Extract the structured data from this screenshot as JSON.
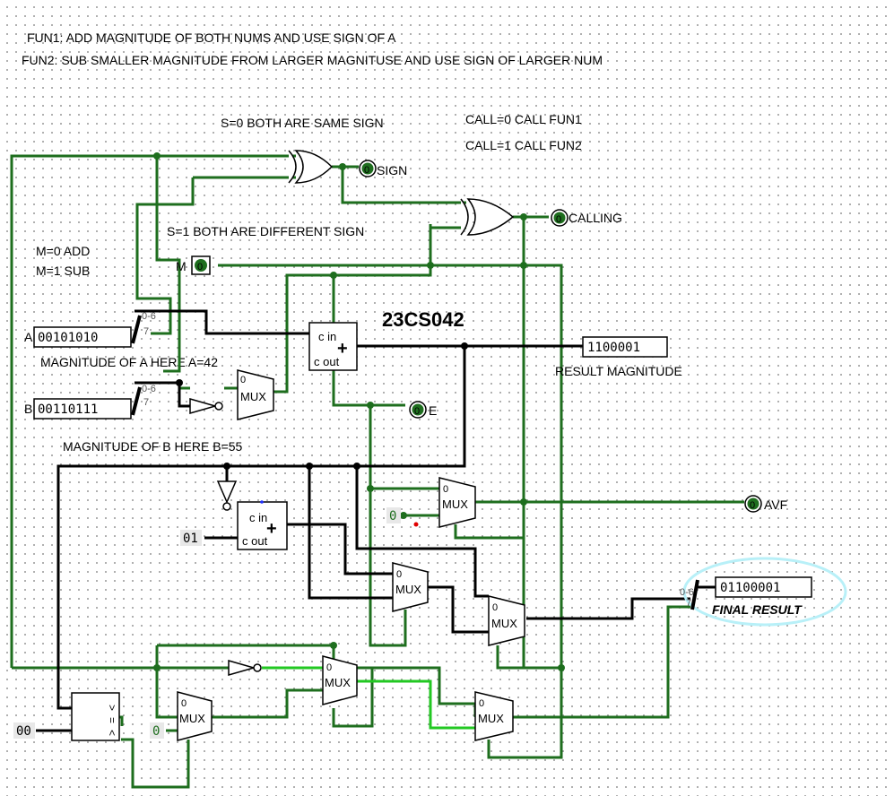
{
  "notes": {
    "fun1": "FUN1: ADD MAGNITUDE OF BOTH NUMS AND USE SIGN OF A",
    "fun2": "FUN2: SUB SMALLER MAGNITUDE FROM LARGER MAGNITUSE AND USE SIGN OF LARGER NUM",
    "s0": "S=0 BOTH ARE SAME SIGN",
    "s1": "S=1 BOTH ARE DIFFERENT SIGN",
    "call0": "CALL=0 CALL FUN1",
    "call1": "CALL=1 CALL FUN2",
    "m0": "M=0 ADD",
    "m1": "M=1 SUB",
    "id": "23CS042",
    "magA": "MAGNITUDE OF A HERE A=42",
    "magB": "MAGNITUDE OF B HERE B=55"
  },
  "inputs": {
    "A": {
      "label": "A",
      "value": "00101010"
    },
    "B": {
      "label": "B",
      "value": "00110111"
    },
    "M": {
      "label": "M",
      "value": "0"
    },
    "const01": "01",
    "const00": "00",
    "const0a": "0",
    "const0b": "0"
  },
  "outputs": {
    "sign": {
      "label": "SIGN",
      "value": "0"
    },
    "calling": {
      "label": "CALLING",
      "value": "0"
    },
    "e": {
      "label": "E",
      "value": "0"
    },
    "avf": {
      "label": "AVF",
      "value": "0"
    },
    "result": {
      "label": "RESULT MAGNITUDE",
      "value": "1100001"
    },
    "final": {
      "label": "FINAL RESULT",
      "value": "01100001"
    }
  },
  "components": {
    "mux": "MUX",
    "cin": "c in",
    "cout": "c out",
    "plus": "+",
    "splitA": "0-6",
    "splitB": "0-6",
    "splitF": "0-6",
    "seven": "7",
    "zero": "0",
    "cmp_gt": ">",
    "cmp_eq": "=",
    "cmp_lt": "<"
  },
  "colors": {
    "wire_dark": "#1e6e1e",
    "wire_light": "#22c822",
    "wire_black": "#000000",
    "highlight": "#b8f0f8"
  }
}
